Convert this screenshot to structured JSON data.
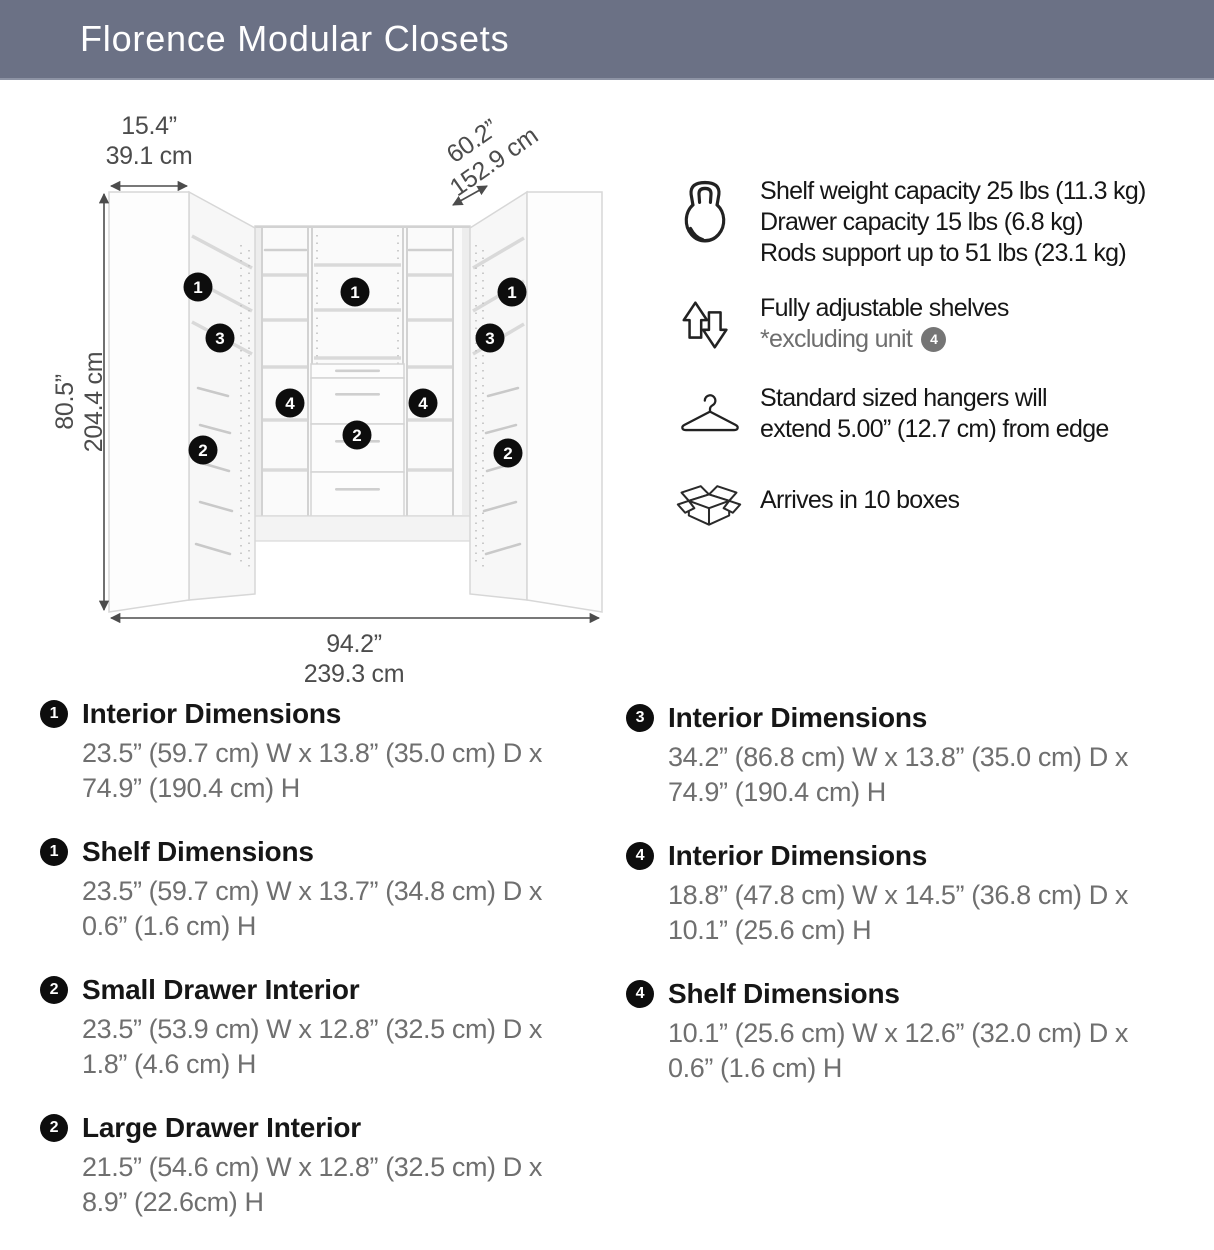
{
  "header": {
    "title": "Florence Modular Closets",
    "bg_color": "#6B7185"
  },
  "diagram": {
    "dim_side_unit_width": {
      "in": "15.4”",
      "cm": "39.1 cm"
    },
    "dim_depth": {
      "in": "60.2”",
      "cm": "152.9 cm"
    },
    "dim_height": {
      "in": "80.5”",
      "cm": "204.4 cm"
    },
    "dim_total_width": {
      "in": "94.2”",
      "cm": "239.3 cm"
    },
    "badges": {
      "b1": "1",
      "b2": "2",
      "b3": "3",
      "b4": "4"
    },
    "badge_color": "#0d0d0d"
  },
  "features": [
    {
      "icon": "kettlebell-icon",
      "lines": [
        "Shelf weight capacity 25 lbs (11.3 kg)",
        "Drawer capacity 15 lbs (6.8 kg)",
        "Rods support up to 51 lbs (23.1 kg)"
      ]
    },
    {
      "icon": "adjustable-arrows-icon",
      "line1": "Fully adjustable shelves",
      "line2": "*excluding unit",
      "badge": "4"
    },
    {
      "icon": "hanger-icon",
      "lines": [
        "Standard sized hangers will",
        "extend 5.00” (12.7 cm) from edge"
      ]
    },
    {
      "icon": "open-box-icon",
      "lines": [
        "Arrives in 10 boxes"
      ]
    }
  ],
  "specs": {
    "left": [
      {
        "badge": "1",
        "title": "Interior Dimensions",
        "lines": [
          "23.5” (59.7 cm) W x 13.8” (35.0 cm) D x",
          "74.9” (190.4 cm) H"
        ]
      },
      {
        "badge": "1",
        "title": "Shelf Dimensions",
        "lines": [
          "23.5” (59.7 cm) W x 13.7” (34.8 cm) D x",
          "0.6” (1.6 cm) H"
        ]
      },
      {
        "badge": "2",
        "title": "Small Drawer Interior",
        "lines": [
          "23.5” (53.9 cm) W x 12.8” (32.5 cm) D x",
          "1.8” (4.6 cm) H"
        ]
      },
      {
        "badge": "2",
        "title": "Large Drawer Interior",
        "lines": [
          "21.5” (54.6 cm) W x 12.8” (32.5 cm) D x",
          "8.9” (22.6cm) H"
        ]
      }
    ],
    "right": [
      {
        "badge": "3",
        "title": "Interior Dimensions",
        "lines": [
          "34.2” (86.8 cm) W x 13.8” (35.0 cm) D x",
          "74.9” (190.4 cm) H"
        ]
      },
      {
        "badge": "4",
        "title": "Interior Dimensions",
        "lines": [
          "18.8” (47.8 cm) W x 14.5” (36.8 cm) D x",
          "10.1” (25.6 cm) H"
        ]
      },
      {
        "badge": "4",
        "title": "Shelf Dimensions",
        "lines": [
          "10.1” (25.6 cm) W x 12.6” (32.0 cm) D x",
          "0.6” (1.6 cm) H"
        ]
      }
    ]
  }
}
